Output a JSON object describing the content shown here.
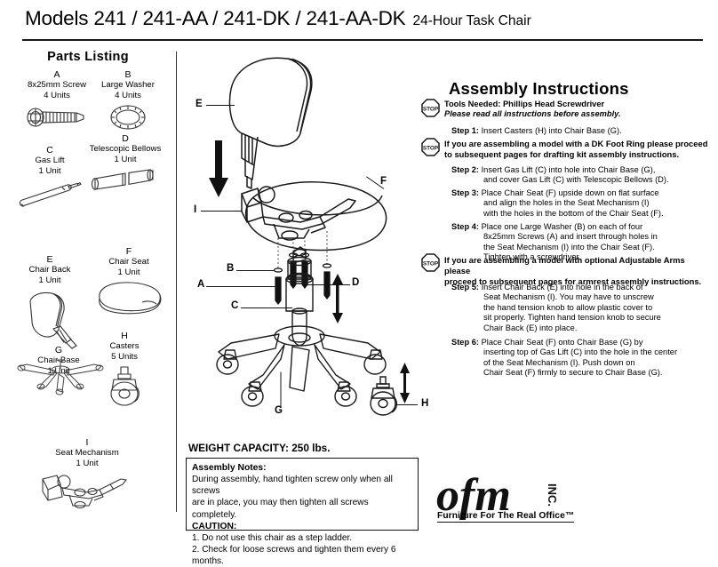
{
  "header": {
    "title": "Models 241 / 241-AA / 241-DK / 241-AA-DK",
    "subtitle": "24-Hour Task Chair"
  },
  "parts_listing": {
    "title": "Parts Listing",
    "parts": [
      {
        "letter": "A",
        "name": "8x25mm Screw",
        "qty": "4 Units",
        "icon": "screw-icon"
      },
      {
        "letter": "B",
        "name": "Large Washer",
        "qty": "4 Units",
        "icon": "washer-icon"
      },
      {
        "letter": "C",
        "name": "Gas Lift",
        "qty": "1 Unit",
        "icon": "gas-lift-icon"
      },
      {
        "letter": "D",
        "name": "Telescopic Bellows",
        "qty": "1 Unit",
        "icon": "bellows-icon"
      },
      {
        "letter": "E",
        "name": "Chair Back",
        "qty": "1 Unit",
        "icon": "chair-back-icon"
      },
      {
        "letter": "F",
        "name": "Chair Seat",
        "qty": "1 Unit",
        "icon": "chair-seat-icon"
      },
      {
        "letter": "G",
        "name": "Chair Base",
        "qty": "1 Unit",
        "icon": "chair-base-icon"
      },
      {
        "letter": "H",
        "name": "Casters",
        "qty": "5 Units",
        "icon": "caster-icon"
      },
      {
        "letter": "I",
        "name": "Seat Mechanism",
        "qty": "1 Unit",
        "icon": "seat-mechanism-icon"
      }
    ]
  },
  "diagram": {
    "callouts": [
      "E",
      "F",
      "I",
      "B",
      "A",
      "D",
      "C",
      "G",
      "H"
    ]
  },
  "weight_capacity": "WEIGHT CAPACITY: 250 lbs.",
  "assembly_notes": {
    "heading": "Assembly Notes:",
    "line1": "During assembly, hand tighten screw only when all screws",
    "line2": "are in place, you may then tighten all screws completely.",
    "caution_heading": "CAUTION:",
    "caution1": "1. Do not use this chair as a step ladder.",
    "caution2": "2. Check for loose screws and tighten them every 6 months."
  },
  "instructions": {
    "title": "Assembly  Instructions",
    "tools_needed": "Tools Needed: Phillips Head Screwdriver",
    "read_first": "Please read all instructions before assembly.",
    "step1_label": "Step 1:",
    "step1_text": "Insert Casters (H) into Chair Base (G).",
    "warn_dk_line1": "If you are assembling a model with a DK Foot Ring please proceed",
    "warn_dk_line2": "to subsequent pages for drafting kit assembly instructions.",
    "step2_label": "Step 2:",
    "step2_line1": "Insert Gas Lift (C) into hole into Chair Base (G),",
    "step2_line2": "and cover Gas Lift (C) with Telescopic Bellows (D).",
    "step3_label": "Step 3:",
    "step3_line1": "Place Chair Seat (F) upside down on flat surface",
    "step3_line2": "and align the holes in the Seat Mechanism (I)",
    "step3_line3": "with the holes in the bottom of the Chair Seat (F).",
    "step4_label": "Step 4:",
    "step4_line1": "Place one Large Washer (B) on each of four",
    "step4_line2": "8x25mm Screws (A) and insert through holes in",
    "step4_line3": "the Seat Mechanism (I) into the Chair Seat (F).",
    "step4_line4": "Tighten with a screwdriver.",
    "warn_arms_line1": "If you are assembling a model with optional Adjustable Arms please",
    "warn_arms_line2": "proceed to subsequent pages for armrest assembly instructions.",
    "step5_label": "Step 5:",
    "step5_line1": "Insert Chair Back (E) into hole in the back of",
    "step5_line2": "Seat Mechanism (I). You may have to unscrew",
    "step5_line3": "the hand tension knob to allow plastic cover to",
    "step5_line4": "sit properly. Tighten hand tension knob to secure",
    "step5_line5": "Chair Back (E) into place.",
    "step6_label": "Step 6:",
    "step6_line1": "Place Chair Seat (F) onto Chair Base (G) by",
    "step6_line2": "inserting top of Gas Lift (C) into the hole in the center",
    "step6_line3": "of the Seat Mechanism (I). Push down on",
    "step6_line4": "Chair Seat (F) firmly to secure to Chair Base (G).",
    "stop_icon_label": "STOP"
  },
  "logo": {
    "wordmark": "ofm",
    "inc": "INC.",
    "tagline": "Furniture For The Real Office™"
  },
  "colors": {
    "ink": "#000000",
    "rule": "#1a1a1a",
    "line_art": "#3a3a3a"
  }
}
